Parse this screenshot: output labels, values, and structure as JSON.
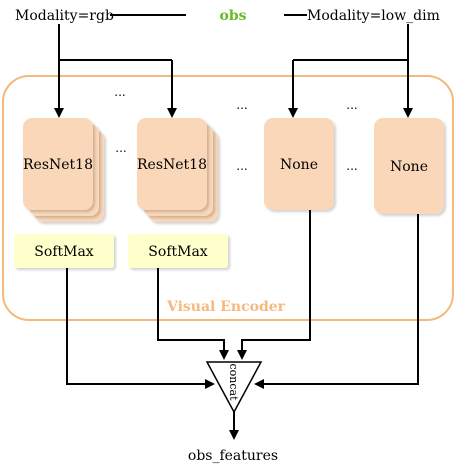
{
  "labels": {
    "modality_rgb": "Modality=rgb",
    "obs": "obs",
    "modality_low_dim": "Modality=low_dim",
    "visual_encoder": "Visual Encoder",
    "resnet_a": "ResNet18",
    "resnet_b": "ResNet18",
    "none_a": "None",
    "none_b": "None",
    "softmax_a": "SoftMax",
    "softmax_b": "SoftMax",
    "concat": "concat",
    "output": "obs_features",
    "ellipsis": "..."
  },
  "colors": {
    "obs_text": "#66bb22",
    "encoder_border": "#f4b97c",
    "encoder_label": "#f4b97c",
    "module_fill": "#fad7b8",
    "softmax_fill": "#ffffcc",
    "wire": "#000000"
  }
}
